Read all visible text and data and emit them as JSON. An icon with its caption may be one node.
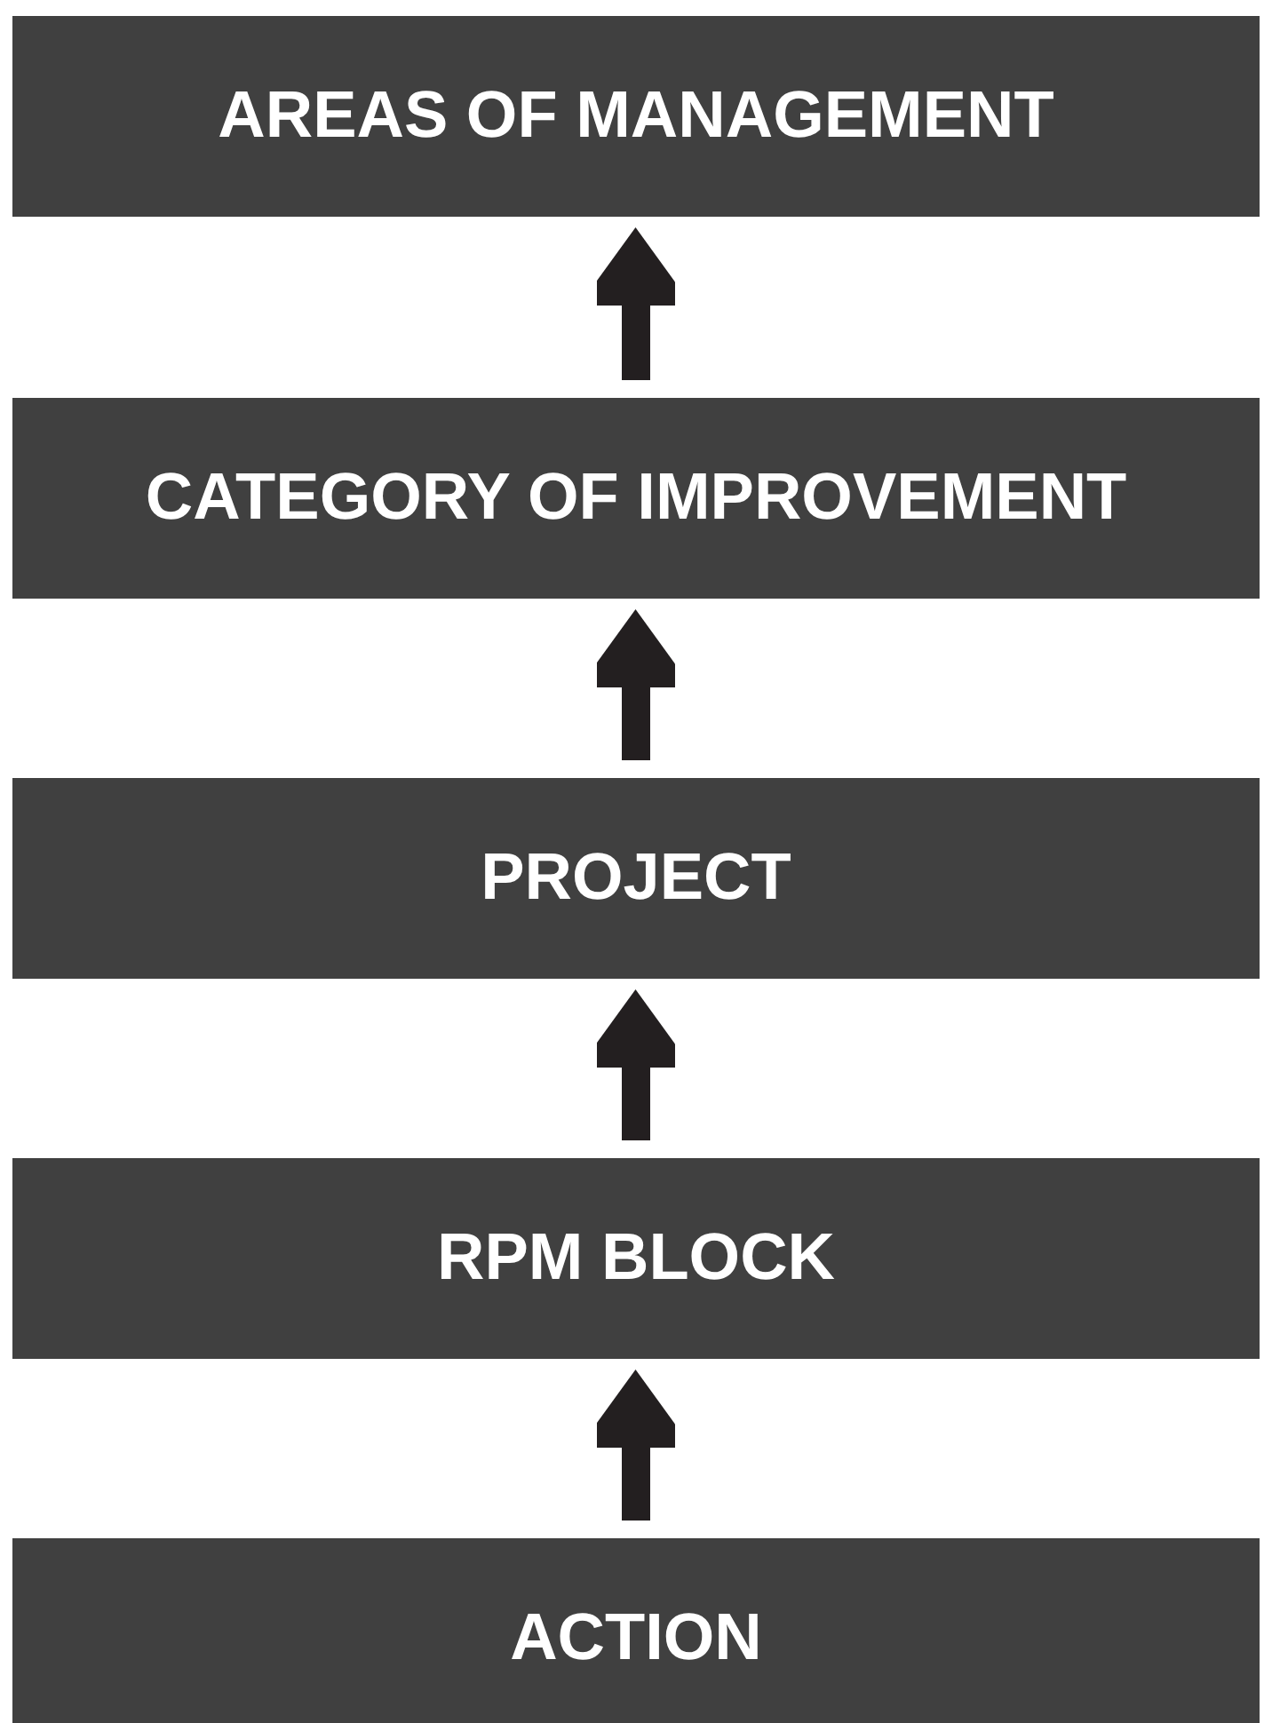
{
  "diagram": {
    "nodes": [
      {
        "text": [
          "AREAS OF MANAGEMENT"
        ]
      },
      {
        "text": [
          "CATEGORY OF IMPROVEMENT"
        ]
      },
      {
        "text": [
          "PROJECT"
        ]
      },
      {
        "text": [
          "RPM BLOCK"
        ]
      },
      {
        "text": [
          "ACTION"
        ]
      }
    ],
    "edges": [
      {
        "from": 4,
        "to": 3,
        "arrow": "to"
      },
      {
        "from": 3,
        "to": 2,
        "arrow": "to"
      },
      {
        "from": 2,
        "to": 1,
        "arrow": "to"
      },
      {
        "from": 1,
        "to": 0,
        "arrow": "to"
      }
    ]
  }
}
